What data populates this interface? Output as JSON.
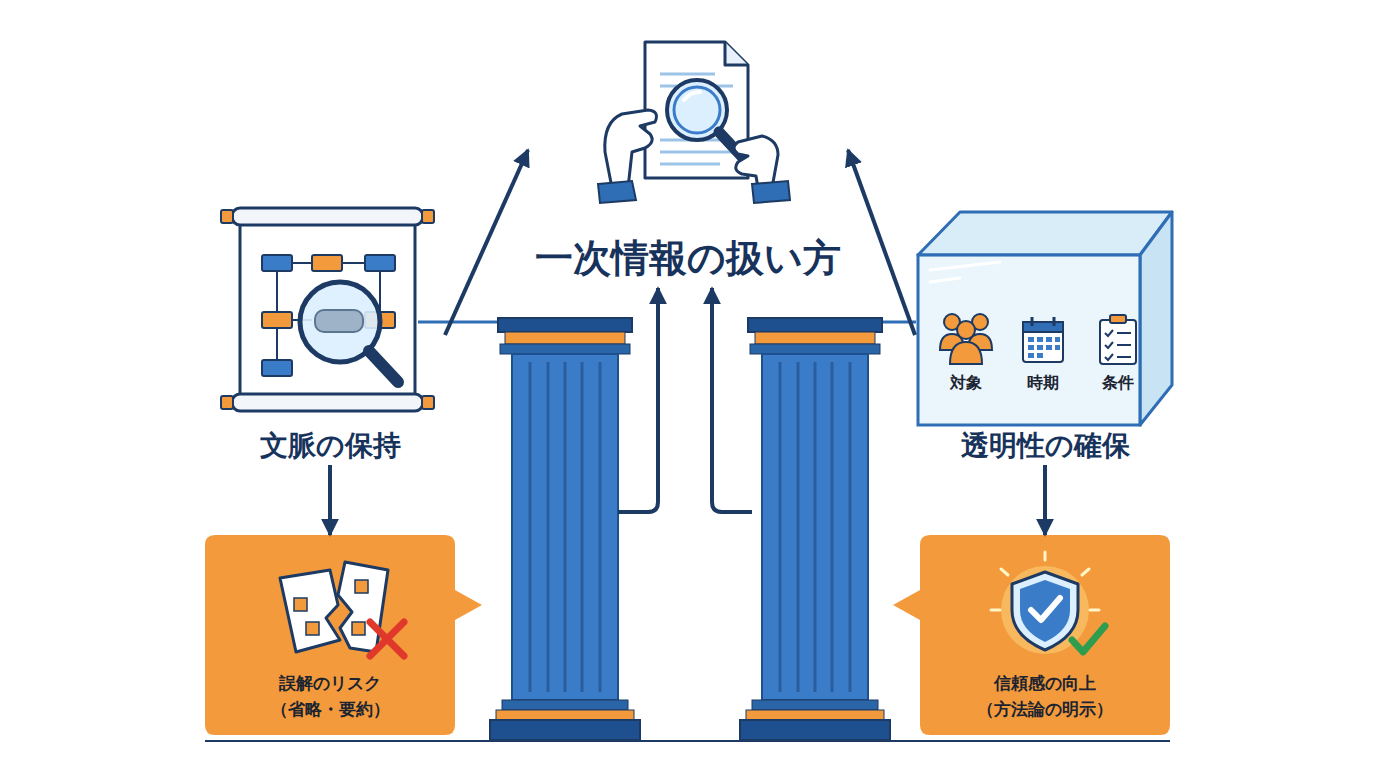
{
  "diagram": {
    "nodes": [
      {
        "text": [
          "一次情報の扱い方"
        ]
      },
      {
        "text": [
          "文脈の保持"
        ]
      },
      {
        "text": [
          "対象",
          "時期",
          "条件",
          "透明性の確保"
        ]
      },
      {
        "text": [
          "誤解のリスク",
          "（省略・要約）"
        ]
      },
      {
        "text": [
          "信頼感の向上",
          "（方法論の明示）"
        ]
      }
    ],
    "edges": [
      {
        "from": 1,
        "to": 0,
        "arrow": "to"
      },
      {
        "from": 2,
        "to": 0,
        "arrow": "to"
      },
      {
        "from": 1,
        "to": 3,
        "arrow": "to"
      },
      {
        "from": 2,
        "to": 4,
        "arrow": "to"
      }
    ]
  }
}
